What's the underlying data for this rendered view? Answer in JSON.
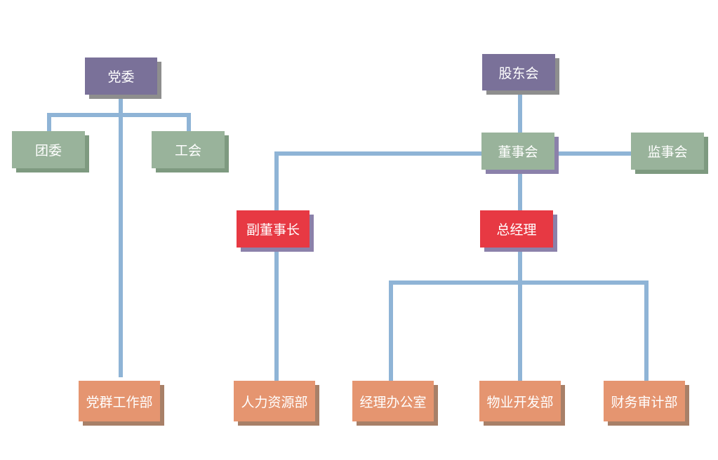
{
  "colors": {
    "connector": "#8fb4d6",
    "purple": "#7a7199",
    "green": "#99b39b",
    "red": "#e73943",
    "orange": "#e59570",
    "shadow_dark": "#8e8e8e",
    "shadow_green": "#7e9a80",
    "shadow_orange": "#a88068",
    "shadow_purple": "#8b81aa"
  },
  "nodes": {
    "dangwei": "党委",
    "tuanwei": "团委",
    "gonghui": "工会",
    "dangqun": "党群工作部",
    "gudonghui": "股东会",
    "dongshihui": "董事会",
    "jianshihui": "监事会",
    "fudongshizhang": "副董事长",
    "zongjingli": "总经理",
    "renli": "人力资源部",
    "jinglibangongshi": "经理办公室",
    "wuye": "物业开发部",
    "caiwu": "财务审计部"
  }
}
